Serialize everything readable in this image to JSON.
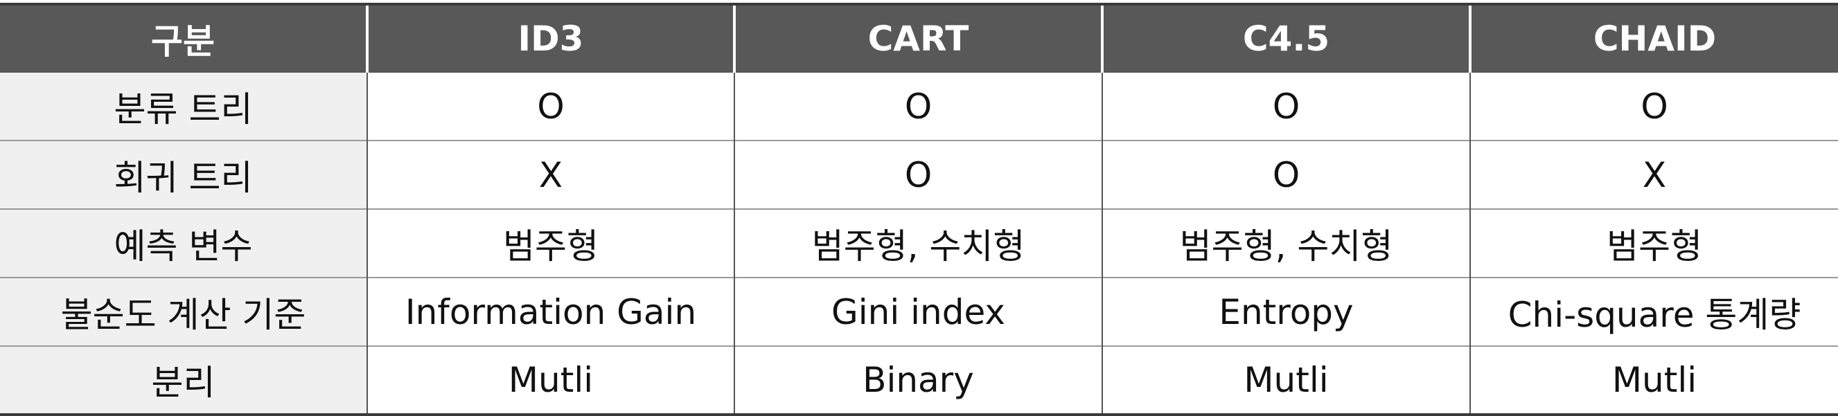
{
  "table": {
    "headers": [
      "구분",
      "ID3",
      "CART",
      "C4.5",
      "CHAID"
    ],
    "rows": [
      [
        "분류 트리",
        "O",
        "O",
        "O",
        "O"
      ],
      [
        "회귀 트리",
        "X",
        "O",
        "O",
        "X"
      ],
      [
        "예측 변수",
        "범주형",
        "범주형, 수치형",
        "범주형, 수치형",
        "범주형"
      ],
      [
        "불순도 계산 기준",
        "Information Gain",
        "Gini index",
        "Entropy",
        "Chi-square 통계량"
      ],
      [
        "분리",
        "Mutli",
        "Binary",
        "Mutli",
        "Mutli"
      ]
    ]
  },
  "colors": {
    "header_bg": "#585858",
    "header_text": "#ffffff",
    "row_header_bg": "#f0f0f0",
    "cell_text": "#111111"
  }
}
